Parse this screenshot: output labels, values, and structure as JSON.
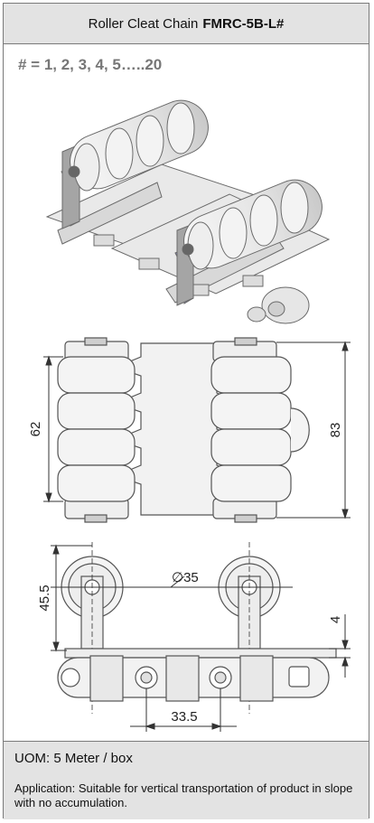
{
  "header": {
    "prefix": "Roller Cleat Chain",
    "model": "FMRC-5B-L#"
  },
  "variants_text": "# = 1, 2, 3, 4, 5…..20",
  "dimensions": {
    "width_62": "62",
    "width_83": "83",
    "diameter": "∅35",
    "height_45_5": "45.5",
    "offset_4": "4",
    "pitch_33_5": "33.5"
  },
  "footer": {
    "uom": "UOM: 5 Meter / box",
    "application": "Application: Suitable for vertical transportation of product in slope with no accumulation."
  },
  "colors": {
    "bracket": "#8f8fc8",
    "part_fill": "#ececec",
    "outline": "#555555",
    "panel": "#e3e3e3"
  }
}
